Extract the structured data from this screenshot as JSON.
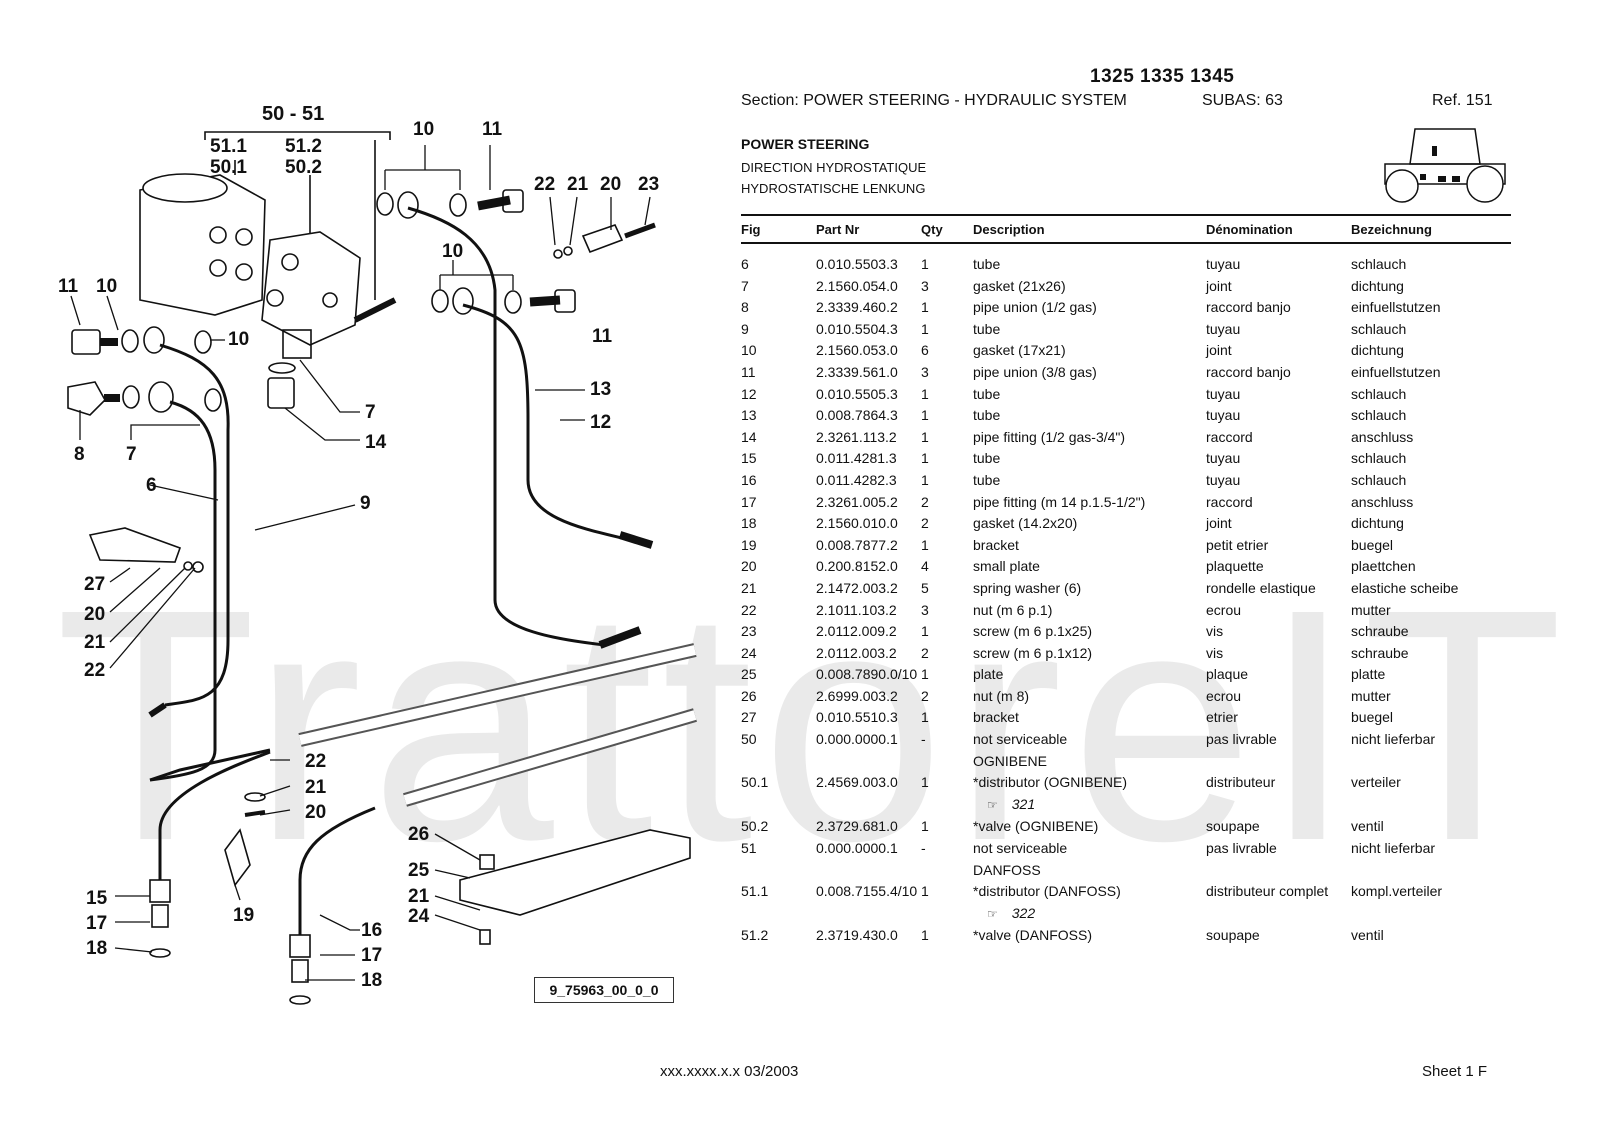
{
  "header": {
    "models": "1325 1335 1345",
    "section": "Section: POWER STEERING - HYDRAULIC SYSTEM",
    "subas": "SUBAS: 63",
    "ref": "Ref. 151",
    "title_en": "POWER STEERING",
    "title_fr": "DIRECTION HYDROSTATIQUE",
    "title_de": "HYDROSTATISCHE LENKUNG"
  },
  "watermark": "TrattoreIT",
  "table": {
    "columns": [
      "Fig",
      "Part Nr",
      "Qty",
      "Description",
      "Dénomination",
      "Bezeichnung"
    ],
    "rows": [
      {
        "fig": "6",
        "part": "0.010.5503.3",
        "qty": "1",
        "desc": "tube",
        "den": "tuyau",
        "bez": "schlauch"
      },
      {
        "fig": "7",
        "part": "2.1560.054.0",
        "qty": "3",
        "desc": "gasket (21x26)",
        "den": "joint",
        "bez": "dichtung"
      },
      {
        "fig": "8",
        "part": "2.3339.460.2",
        "qty": "1",
        "desc": "pipe union (1/2 gas)",
        "den": "raccord banjo",
        "bez": "einfuellstutzen"
      },
      {
        "fig": "9",
        "part": "0.010.5504.3",
        "qty": "1",
        "desc": "tube",
        "den": "tuyau",
        "bez": "schlauch"
      },
      {
        "fig": "10",
        "part": "2.1560.053.0",
        "qty": "6",
        "desc": "gasket (17x21)",
        "den": "joint",
        "bez": "dichtung"
      },
      {
        "fig": "11",
        "part": "2.3339.561.0",
        "qty": "3",
        "desc": "pipe union (3/8 gas)",
        "den": "raccord banjo",
        "bez": "einfuellstutzen"
      },
      {
        "fig": "12",
        "part": "0.010.5505.3",
        "qty": "1",
        "desc": "tube",
        "den": "tuyau",
        "bez": "schlauch"
      },
      {
        "fig": "13",
        "part": "0.008.7864.3",
        "qty": "1",
        "desc": "tube",
        "den": "tuyau",
        "bez": "schlauch"
      },
      {
        "fig": "14",
        "part": "2.3261.113.2",
        "qty": "1",
        "desc": "pipe fitting (1/2 gas-3/4\")",
        "den": "raccord",
        "bez": "anschluss"
      },
      {
        "fig": "15",
        "part": "0.011.4281.3",
        "qty": "1",
        "desc": "tube",
        "den": "tuyau",
        "bez": "schlauch"
      },
      {
        "fig": "16",
        "part": "0.011.4282.3",
        "qty": "1",
        "desc": "tube",
        "den": "tuyau",
        "bez": "schlauch"
      },
      {
        "fig": "17",
        "part": "2.3261.005.2",
        "qty": "2",
        "desc": "pipe fitting (m 14 p.1.5-1/2\")",
        "den": "raccord",
        "bez": "anschluss"
      },
      {
        "fig": "18",
        "part": "2.1560.010.0",
        "qty": "2",
        "desc": "gasket (14.2x20)",
        "den": "joint",
        "bez": "dichtung"
      },
      {
        "fig": "19",
        "part": "0.008.7877.2",
        "qty": "1",
        "desc": "bracket",
        "den": "petit etrier",
        "bez": "buegel"
      },
      {
        "fig": "20",
        "part": "0.200.8152.0",
        "qty": "4",
        "desc": "small plate",
        "den": "plaquette",
        "bez": "plaettchen"
      },
      {
        "fig": "21",
        "part": "2.1472.003.2",
        "qty": "5",
        "desc": "spring washer (6)",
        "den": "rondelle elastique",
        "bez": "elastiche scheibe"
      },
      {
        "fig": "22",
        "part": "2.1011.103.2",
        "qty": "3",
        "desc": "nut (m 6 p.1)",
        "den": "ecrou",
        "bez": "mutter"
      },
      {
        "fig": "23",
        "part": "2.0112.009.2",
        "qty": "1",
        "desc": "screw (m 6 p.1x25)",
        "den": "vis",
        "bez": "schraube"
      },
      {
        "fig": "24",
        "part": "2.0112.003.2",
        "qty": "2",
        "desc": "screw (m 6 p.1x12)",
        "den": "vis",
        "bez": "schraube"
      },
      {
        "fig": "25",
        "part": "0.008.7890.0/10",
        "qty": "1",
        "desc": "plate",
        "den": "plaque",
        "bez": "platte"
      },
      {
        "fig": "26",
        "part": "2.6999.003.2",
        "qty": "2",
        "desc": "nut (m 8)",
        "den": "ecrou",
        "bez": "mutter"
      },
      {
        "fig": "27",
        "part": "0.010.5510.3",
        "qty": "1",
        "desc": "bracket",
        "den": "etrier",
        "bez": "buegel"
      },
      {
        "fig": "50",
        "part": "0.000.0000.1",
        "qty": "-",
        "desc": "not serviceable",
        "desc2": "OGNIBENE",
        "den": "pas livrable",
        "bez": "nicht lieferbar"
      },
      {
        "fig": "50.1",
        "part": "2.4569.003.0",
        "qty": "1",
        "desc": "*distributor (OGNIBENE)",
        "note": "321",
        "den": "distributeur",
        "bez": "verteiler"
      },
      {
        "fig": "50.2",
        "part": "2.3729.681.0",
        "qty": "1",
        "desc": "*valve (OGNIBENE)",
        "den": "soupape",
        "bez": "ventil"
      },
      {
        "fig": "51",
        "part": "0.000.0000.1",
        "qty": "-",
        "desc": "not serviceable",
        "desc2": "DANFOSS",
        "den": "pas livrable",
        "bez": "nicht lieferbar"
      },
      {
        "fig": "51.1",
        "part": "0.008.7155.4/10",
        "qty": "1",
        "desc": "*distributor (DANFOSS)",
        "note": "322",
        "den": "distributeur complet",
        "bez": "kompl.verteiler"
      },
      {
        "fig": "51.2",
        "part": "2.3719.430.0",
        "qty": "1",
        "desc": "*valve (DANFOSS)",
        "den": "soupape",
        "bez": "ventil"
      }
    ]
  },
  "diagram": {
    "code": "9_75963_00_0_0",
    "labels": {
      "group": "50 - 51",
      "l511": "51.1",
      "l512": "51.2",
      "l501": "50.1",
      "l502": "50.2",
      "l10": "10",
      "l11": "11",
      "l22": "22",
      "l21": "21",
      "l20": "20",
      "l23": "23",
      "l7": "7",
      "l8": "8",
      "l6": "6",
      "l9": "9",
      "l12": "12",
      "l13": "13",
      "l14": "14",
      "l15": "15",
      "l16": "16",
      "l17": "17",
      "l18": "18",
      "l19": "19",
      "l24": "24",
      "l25": "25",
      "l26": "26",
      "l27": "27"
    }
  },
  "footer": {
    "code": "xxx.xxxx.x.x  03/2003",
    "sheet": "Sheet 1 F"
  }
}
